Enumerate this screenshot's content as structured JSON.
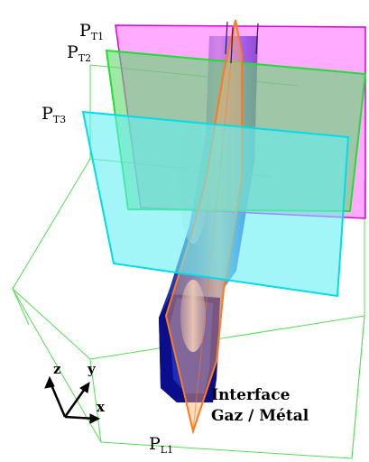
{
  "planes": [
    {
      "id": "PT1",
      "label": "P",
      "sub": "T1",
      "color": "#ff33ff",
      "edge": "#cc00cc"
    },
    {
      "id": "PT2",
      "label": "P",
      "sub": "T2",
      "color": "#33dd55",
      "edge": "#00cc22"
    },
    {
      "id": "PT3",
      "label": "P",
      "sub": "T3",
      "color": "#33e8f0",
      "edge": "#00ccdd"
    }
  ],
  "longitudinal_plane": {
    "label": "P",
    "sub": "L1",
    "color": "#ff7a1a"
  },
  "axes": {
    "z": "z",
    "y": "y",
    "x": "x"
  },
  "interface_label": {
    "line1": "Interface",
    "line2": "Gaz / Métal"
  },
  "colors": {
    "box": "#44dd44",
    "keyhole_dark": "#00008b",
    "keyhole_mid": "#1b3fd6",
    "keyhole_light": "#b0b8c8"
  }
}
